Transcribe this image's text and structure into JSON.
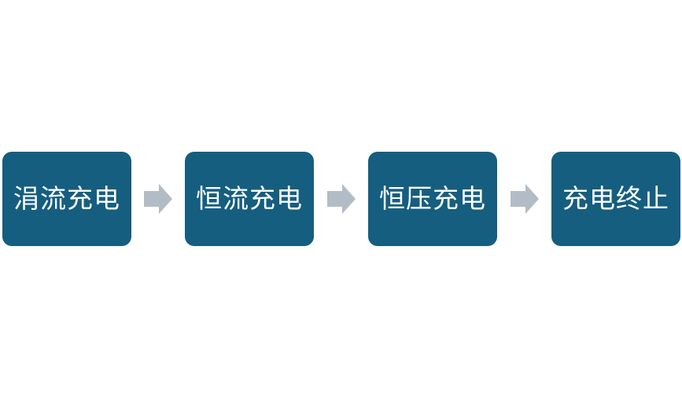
{
  "flow": {
    "steps": [
      {
        "label": "涓流充电"
      },
      {
        "label": "恒流充电"
      },
      {
        "label": "恒压充电"
      },
      {
        "label": "充电终止"
      }
    ],
    "colors": {
      "step_fill": "#155e80",
      "step_text": "#ffffff",
      "arrow_fill": "#b2bcc6"
    },
    "connector_icon": "right-arrow-icon"
  }
}
